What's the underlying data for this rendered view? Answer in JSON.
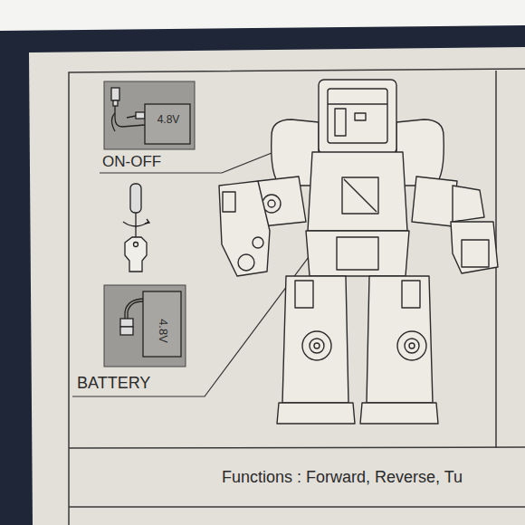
{
  "diagram": {
    "nodes": [
      {
        "text": [
          "4.8V",
          "ON-OFF"
        ]
      },
      {
        "text": [
          "4.8V",
          "BATTERY"
        ]
      },
      {
        "text": [
          "Functions : Forward, Reverse, Tu"
        ]
      }
    ]
  }
}
